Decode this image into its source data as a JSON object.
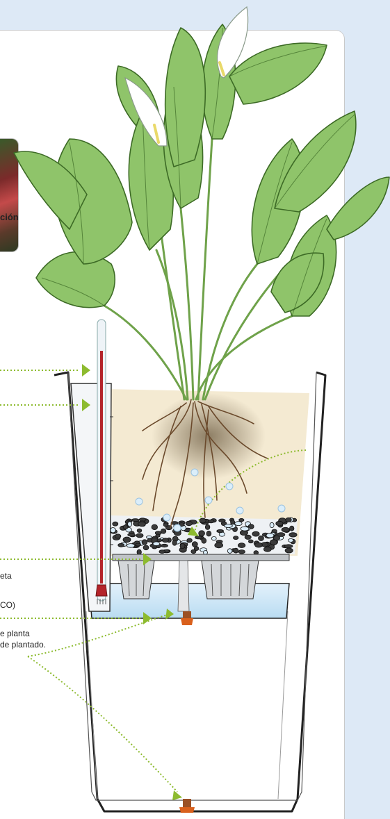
{
  "labels": {
    "circulacion_fragment": "ción",
    "label_a": "eta",
    "label_b": "CO)",
    "label_c_line1": "e planta",
    "label_c_line2": "de plantado."
  },
  "colors": {
    "background": "#dde9f6",
    "card": "#ffffff",
    "leaf_fill": "#8fc46a",
    "leaf_stroke": "#3d6b26",
    "soil": "#f4ead2",
    "water": "#cfe7f7",
    "thermometer_red": "#b4242a",
    "pointer_green": "#8dbb2f",
    "plug_orange": "#d9601c"
  }
}
